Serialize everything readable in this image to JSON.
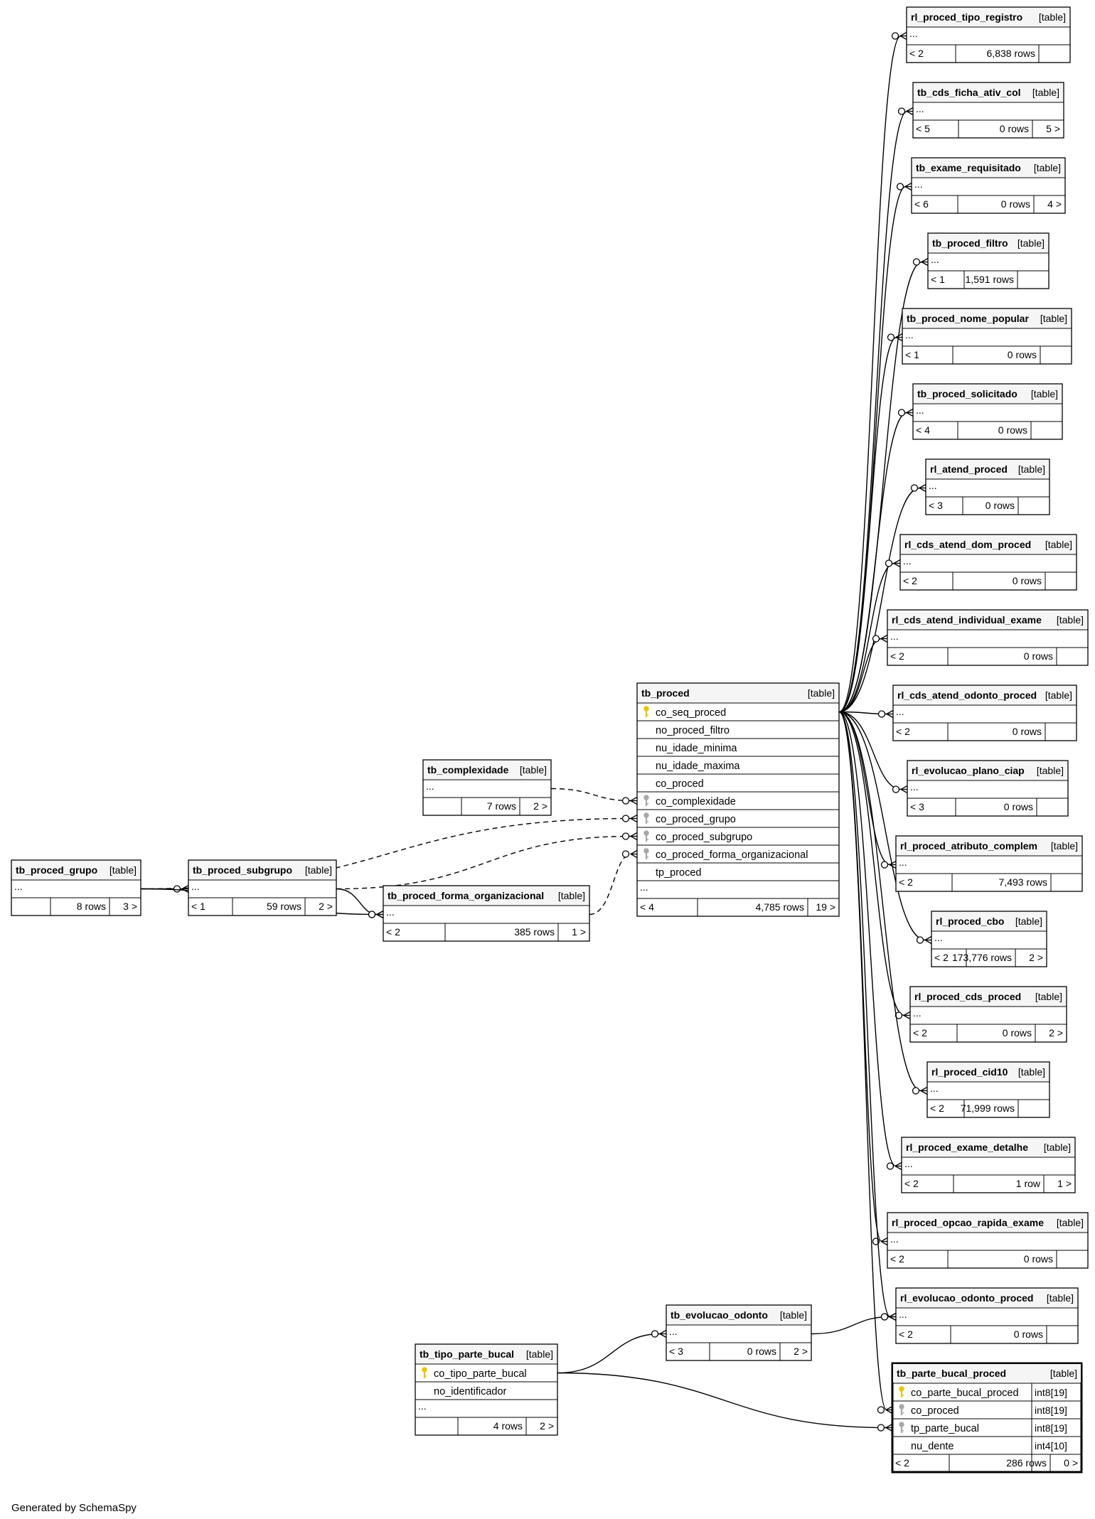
{
  "footer": "Generated by SchemaSpy",
  "tables": [
    {
      "id": "rl_proced_tipo_registro",
      "name": "rl_proced_tipo_registro",
      "kind": "[table]",
      "columns": [],
      "ellipsis": "...",
      "parents": "< 2",
      "rows": "6,838 rows",
      "children": ""
    },
    {
      "id": "tb_cds_ficha_ativ_col",
      "name": "tb_cds_ficha_ativ_col",
      "kind": "[table]",
      "columns": [],
      "ellipsis": "...",
      "parents": "< 5",
      "rows": "0 rows",
      "children": "5 >"
    },
    {
      "id": "tb_exame_requisitado",
      "name": "tb_exame_requisitado",
      "kind": "[table]",
      "columns": [],
      "ellipsis": "...",
      "parents": "< 6",
      "rows": "0 rows",
      "children": "4 >"
    },
    {
      "id": "tb_proced_filtro",
      "name": "tb_proced_filtro",
      "kind": "[table]",
      "columns": [],
      "ellipsis": "...",
      "parents": "< 1",
      "rows": "1,591 rows",
      "children": ""
    },
    {
      "id": "tb_proced_nome_popular",
      "name": "tb_proced_nome_popular",
      "kind": "[table]",
      "columns": [],
      "ellipsis": "...",
      "parents": "< 1",
      "rows": "0 rows",
      "children": ""
    },
    {
      "id": "tb_proced_solicitado",
      "name": "tb_proced_solicitado",
      "kind": "[table]",
      "columns": [],
      "ellipsis": "...",
      "parents": "< 4",
      "rows": "0 rows",
      "children": ""
    },
    {
      "id": "rl_atend_proced",
      "name": "rl_atend_proced",
      "kind": "[table]",
      "columns": [],
      "ellipsis": "...",
      "parents": "< 3",
      "rows": "0 rows",
      "children": ""
    },
    {
      "id": "rl_cds_atend_dom_proced",
      "name": "rl_cds_atend_dom_proced",
      "kind": "[table]",
      "columns": [],
      "ellipsis": "...",
      "parents": "< 2",
      "rows": "0 rows",
      "children": ""
    },
    {
      "id": "rl_cds_atend_individual_exame",
      "name": "rl_cds_atend_individual_exame",
      "kind": "[table]",
      "columns": [],
      "ellipsis": "...",
      "parents": "< 2",
      "rows": "0 rows",
      "children": ""
    },
    {
      "id": "rl_cds_atend_odonto_proced",
      "name": "rl_cds_atend_odonto_proced",
      "kind": "[table]",
      "columns": [],
      "ellipsis": "...",
      "parents": "< 2",
      "rows": "0 rows",
      "children": ""
    },
    {
      "id": "rl_evolucao_plano_ciap",
      "name": "rl_evolucao_plano_ciap",
      "kind": "[table]",
      "columns": [],
      "ellipsis": "...",
      "parents": "< 3",
      "rows": "0 rows",
      "children": ""
    },
    {
      "id": "rl_proced_atributo_complem",
      "name": "rl_proced_atributo_complem",
      "kind": "[table]",
      "columns": [],
      "ellipsis": "...",
      "parents": "< 2",
      "rows": "7,493 rows",
      "children": ""
    },
    {
      "id": "rl_proced_cbo",
      "name": "rl_proced_cbo",
      "kind": "[table]",
      "columns": [],
      "ellipsis": "...",
      "parents": "< 2",
      "rows": "173,776 rows",
      "children": "2 >"
    },
    {
      "id": "rl_proced_cds_proced",
      "name": "rl_proced_cds_proced",
      "kind": "[table]",
      "columns": [],
      "ellipsis": "...",
      "parents": "< 2",
      "rows": "0 rows",
      "children": "2 >"
    },
    {
      "id": "rl_proced_cid10",
      "name": "rl_proced_cid10",
      "kind": "[table]",
      "columns": [],
      "ellipsis": "...",
      "parents": "< 2",
      "rows": "71,999 rows",
      "children": ""
    },
    {
      "id": "rl_proced_exame_detalhe",
      "name": "rl_proced_exame_detalhe",
      "kind": "[table]",
      "columns": [],
      "ellipsis": "...",
      "parents": "< 2",
      "rows": "1 row",
      "children": "1 >"
    },
    {
      "id": "rl_proced_opcao_rapida_exame",
      "name": "rl_proced_opcao_rapida_exame",
      "kind": "[table]",
      "columns": [],
      "ellipsis": "...",
      "parents": "< 2",
      "rows": "0 rows",
      "children": ""
    },
    {
      "id": "rl_evolucao_odonto_proced",
      "name": "rl_evolucao_odonto_proced",
      "kind": "[table]",
      "columns": [],
      "ellipsis": "...",
      "parents": "< 2",
      "rows": "0 rows",
      "children": ""
    },
    {
      "id": "tb_parte_bucal_proced",
      "name": "tb_parte_bucal_proced",
      "kind": "[table]",
      "focus": true,
      "columns": [
        {
          "name": "co_parte_bucal_proced",
          "key": "pk",
          "type": "int8[19]"
        },
        {
          "name": "co_proced",
          "key": "fk",
          "type": "int8[19]"
        },
        {
          "name": "tp_parte_bucal",
          "key": "fk",
          "type": "int8[19]"
        },
        {
          "name": "nu_dente",
          "key": "",
          "type": "int4[10]"
        }
      ],
      "ellipsis": "",
      "parents": "< 2",
      "rows": "286 rows",
      "children": "0 >"
    },
    {
      "id": "tb_proced",
      "name": "tb_proced",
      "kind": "[table]",
      "columns": [
        {
          "name": "co_seq_proced",
          "key": "pk"
        },
        {
          "name": "no_proced_filtro",
          "key": ""
        },
        {
          "name": "nu_idade_minima",
          "key": ""
        },
        {
          "name": "nu_idade_maxima",
          "key": ""
        },
        {
          "name": "co_proced",
          "key": ""
        },
        {
          "name": "co_complexidade",
          "key": "fk"
        },
        {
          "name": "co_proced_grupo",
          "key": "fk"
        },
        {
          "name": "co_proced_subgrupo",
          "key": "fk"
        },
        {
          "name": "co_proced_forma_organizacional",
          "key": "fk"
        },
        {
          "name": "tp_proced",
          "key": ""
        }
      ],
      "ellipsis": "...",
      "parents": "< 4",
      "rows": "4,785 rows",
      "children": "19 >"
    },
    {
      "id": "tb_complexidade",
      "name": "tb_complexidade",
      "kind": "[table]",
      "columns": [],
      "ellipsis": "...",
      "parents": "",
      "rows": "7 rows",
      "children": "2 >"
    },
    {
      "id": "tb_proced_grupo",
      "name": "tb_proced_grupo",
      "kind": "[table]",
      "columns": [],
      "ellipsis": "...",
      "parents": "",
      "rows": "8 rows",
      "children": "3 >"
    },
    {
      "id": "tb_proced_subgrupo",
      "name": "tb_proced_subgrupo",
      "kind": "[table]",
      "columns": [],
      "ellipsis": "...",
      "parents": "< 1",
      "rows": "59 rows",
      "children": "2 >"
    },
    {
      "id": "tb_proced_forma_organizacional",
      "name": "tb_proced_forma_organizacional",
      "kind": "[table]",
      "columns": [],
      "ellipsis": "...",
      "parents": "< 2",
      "rows": "385 rows",
      "children": "1 >"
    },
    {
      "id": "tb_evolucao_odonto",
      "name": "tb_evolucao_odonto",
      "kind": "[table]",
      "columns": [],
      "ellipsis": "...",
      "parents": "< 3",
      "rows": "0 rows",
      "children": "2 >"
    },
    {
      "id": "tb_tipo_parte_bucal",
      "name": "tb_tipo_parte_bucal",
      "kind": "[table]",
      "columns": [
        {
          "name": "co_tipo_parte_bucal",
          "key": "pk"
        },
        {
          "name": "no_identificador",
          "key": ""
        }
      ],
      "ellipsis": "...",
      "parents": "",
      "rows": "4 rows",
      "children": "2 >"
    }
  ],
  "relationships": [
    {
      "from": "tb_proced",
      "to": "rl_proced_tipo_registro",
      "style": "solid"
    },
    {
      "from": "tb_proced",
      "to": "tb_cds_ficha_ativ_col",
      "style": "solid"
    },
    {
      "from": "tb_proced",
      "to": "tb_exame_requisitado",
      "style": "solid"
    },
    {
      "from": "tb_proced",
      "to": "tb_proced_filtro",
      "style": "solid"
    },
    {
      "from": "tb_proced",
      "to": "tb_proced_nome_popular",
      "style": "solid"
    },
    {
      "from": "tb_proced",
      "to": "tb_proced_solicitado",
      "style": "solid"
    },
    {
      "from": "tb_proced",
      "to": "rl_atend_proced",
      "style": "solid"
    },
    {
      "from": "tb_proced",
      "to": "rl_cds_atend_dom_proced",
      "style": "solid"
    },
    {
      "from": "tb_proced",
      "to": "rl_cds_atend_individual_exame",
      "style": "solid"
    },
    {
      "from": "tb_proced",
      "to": "rl_cds_atend_odonto_proced",
      "style": "solid"
    },
    {
      "from": "tb_proced",
      "to": "rl_evolucao_plano_ciap",
      "style": "solid"
    },
    {
      "from": "tb_proced",
      "to": "rl_proced_atributo_complem",
      "style": "solid"
    },
    {
      "from": "tb_proced",
      "to": "rl_proced_cbo",
      "style": "solid"
    },
    {
      "from": "tb_proced",
      "to": "rl_proced_cds_proced",
      "style": "solid"
    },
    {
      "from": "tb_proced",
      "to": "rl_proced_cid10",
      "style": "solid"
    },
    {
      "from": "tb_proced",
      "to": "rl_proced_exame_detalhe",
      "style": "solid"
    },
    {
      "from": "tb_proced",
      "to": "rl_proced_opcao_rapida_exame",
      "style": "solid"
    },
    {
      "from": "tb_proced",
      "to": "rl_evolucao_odonto_proced",
      "style": "solid"
    },
    {
      "from": "tb_proced",
      "to": "tb_parte_bucal_proced",
      "style": "solid"
    },
    {
      "from": "tb_evolucao_odonto",
      "to": "rl_evolucao_odonto_proced",
      "style": "solid"
    },
    {
      "from": "tb_tipo_parte_bucal",
      "to": "tb_evolucao_odonto",
      "style": "solid"
    },
    {
      "from": "tb_tipo_parte_bucal",
      "to": "tb_parte_bucal_proced",
      "style": "solid"
    },
    {
      "from": "tb_complexidade",
      "to": "tb_proced",
      "style": "dashed"
    },
    {
      "from": "tb_proced_grupo",
      "to": "tb_proced",
      "style": "dashed"
    },
    {
      "from": "tb_proced_grupo",
      "to": "tb_proced_subgrupo",
      "style": "solid"
    },
    {
      "from": "tb_proced_grupo",
      "to": "tb_proced_forma_organizacional",
      "style": "solid"
    },
    {
      "from": "tb_proced_subgrupo",
      "to": "tb_proced",
      "style": "dashed"
    },
    {
      "from": "tb_proced_subgrupo",
      "to": "tb_proced_forma_organizacional",
      "style": "solid"
    },
    {
      "from": "tb_proced_forma_organizacional",
      "to": "tb_proced",
      "style": "dashed"
    }
  ],
  "colors": {
    "line": "#000000",
    "header": "#f5f5f5",
    "pk_key": "#e6c800",
    "fk_key": "#a8a8a8"
  }
}
